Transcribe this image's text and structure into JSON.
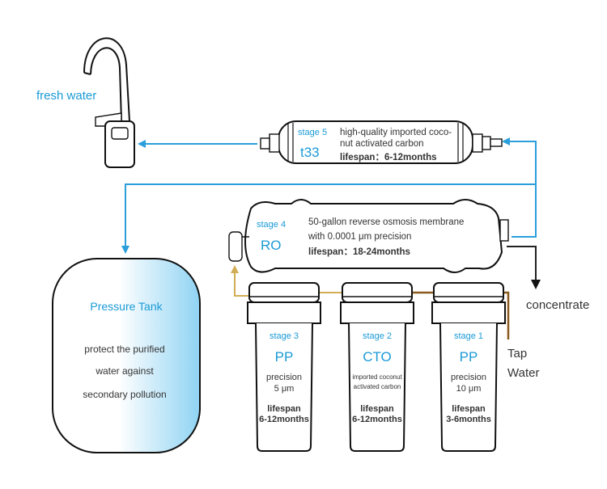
{
  "labels": {
    "fresh_water": "fresh water",
    "concentrate": "concentrate",
    "tap_line1": "Tap",
    "tap_line2": "Water"
  },
  "tank": {
    "title": "Pressure Tank",
    "desc_line1": "protect the purified",
    "desc_line2": "water against",
    "desc_line3": "secondary pollution"
  },
  "stage5": {
    "stage": "stage 5",
    "code": "t33",
    "line1": "high-quality imported coco-",
    "line2": "nut activated carbon",
    "lifespan": "lifespan：6-12months"
  },
  "stage4": {
    "stage": "stage 4",
    "code": "RO",
    "line1": "50-gallon reverse osmosis membrane",
    "line2": "with 0.0001 μm precision",
    "lifespan": "lifespan：18-24months"
  },
  "stage3": {
    "stage": "stage 3",
    "code": "PP",
    "precision_label": "precision",
    "precision_value": "5 μm",
    "lifespan_label": "lifespan",
    "lifespan_value": "6-12months"
  },
  "stage2": {
    "stage": "stage 2",
    "code": "CTO",
    "desc_line1": "imported coconut",
    "desc_line2": "activated carbon",
    "lifespan_label": "lifespan",
    "lifespan_value": "6-12months"
  },
  "stage1": {
    "stage": "stage 1",
    "code": "PP",
    "precision_label": "precision",
    "precision_value": "10 μm",
    "lifespan_label": "lifespan",
    "lifespan_value": "3-6months"
  },
  "colors": {
    "accent_blue": "#1a9ad6",
    "tank_gradient": "#8fd3f3",
    "tap_pipe": "#8a5a1e",
    "filter_pipe": "#d1ad55"
  }
}
